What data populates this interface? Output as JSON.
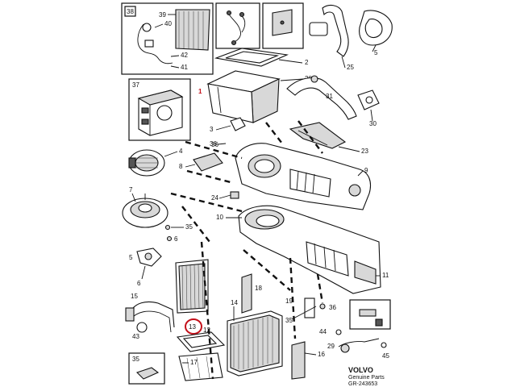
{
  "diagram": {
    "labels": {
      "p1": "1",
      "p2": "2",
      "p3": "3",
      "p4": "4",
      "p5": "5",
      "p6": "6",
      "p7": "7",
      "p8": "8",
      "p9": "9",
      "p10": "10",
      "p11": "11",
      "p12": "12",
      "p13": "13",
      "p14": "14",
      "p15": "15",
      "p16": "16",
      "p17": "17",
      "p18": "18",
      "p19": "19",
      "p20": "20",
      "p23": "23",
      "p24": "24",
      "p25": "25",
      "p29": "29",
      "p30": "30",
      "p31": "31",
      "p35": "35",
      "p35b": "35",
      "p36": "36",
      "p37": "37",
      "p38": "38",
      "p39": "39",
      "p40": "40",
      "p41": "41",
      "p42": "42",
      "p43": "43",
      "p44": "44",
      "p45": "45"
    },
    "brand": {
      "name": "VOLVO",
      "line1": "Genuine Parts",
      "line2": "GR-243653"
    },
    "colors": {
      "highlight": "#c4101a",
      "ink": "#111111"
    }
  }
}
